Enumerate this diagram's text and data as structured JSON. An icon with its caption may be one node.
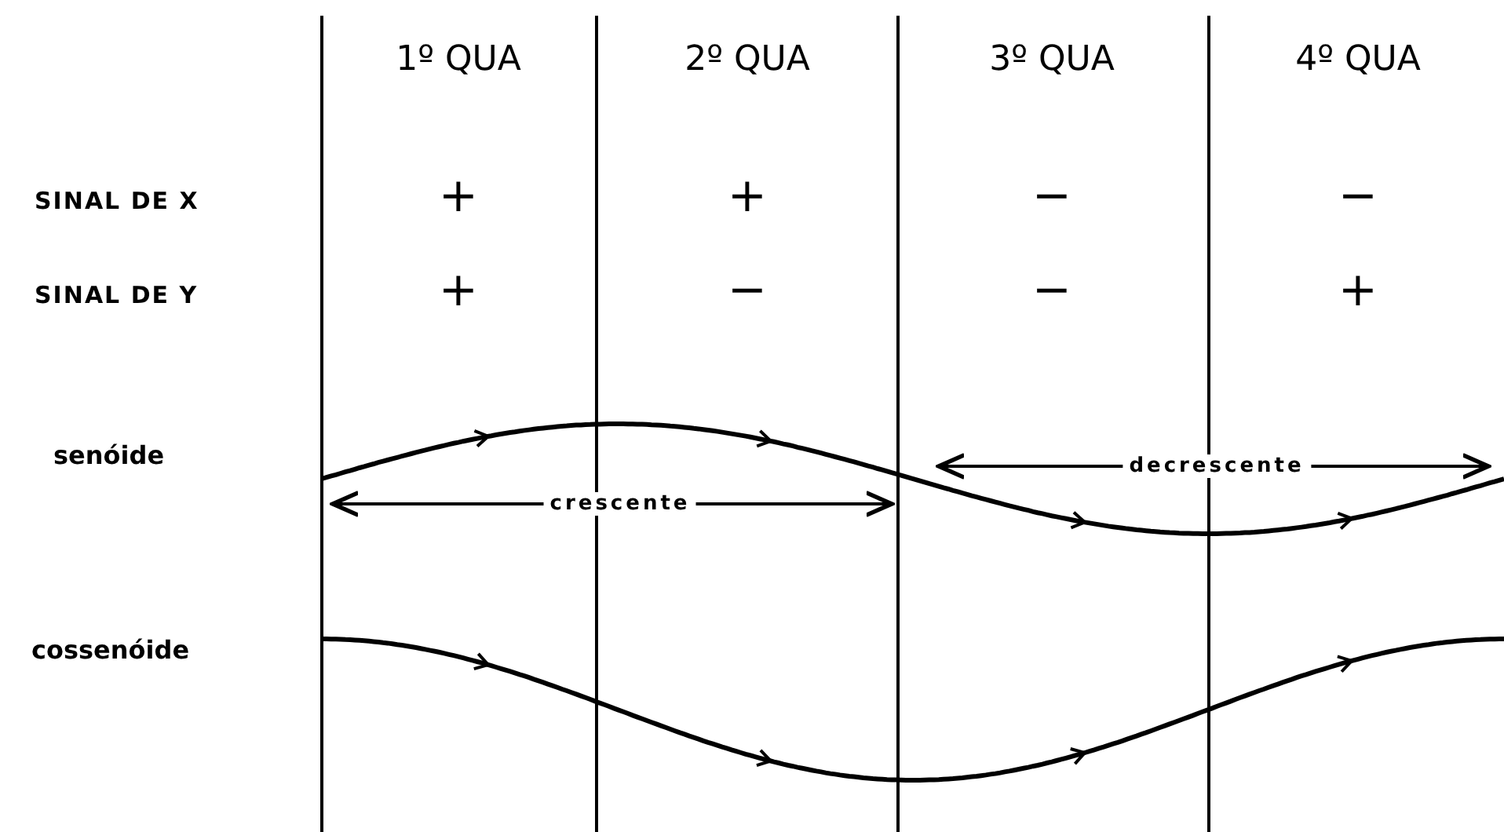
{
  "diagram": {
    "labels": [
      "1º QUA",
      "2º QUA",
      "3º QUA",
      "4º QUA",
      "SINAL DE X",
      "+",
      "+",
      "−",
      "−",
      "SINAL DE Y",
      "+",
      "−",
      "−",
      "+",
      "senóide",
      "decrescente",
      "crescente",
      "cossenóide"
    ]
  }
}
